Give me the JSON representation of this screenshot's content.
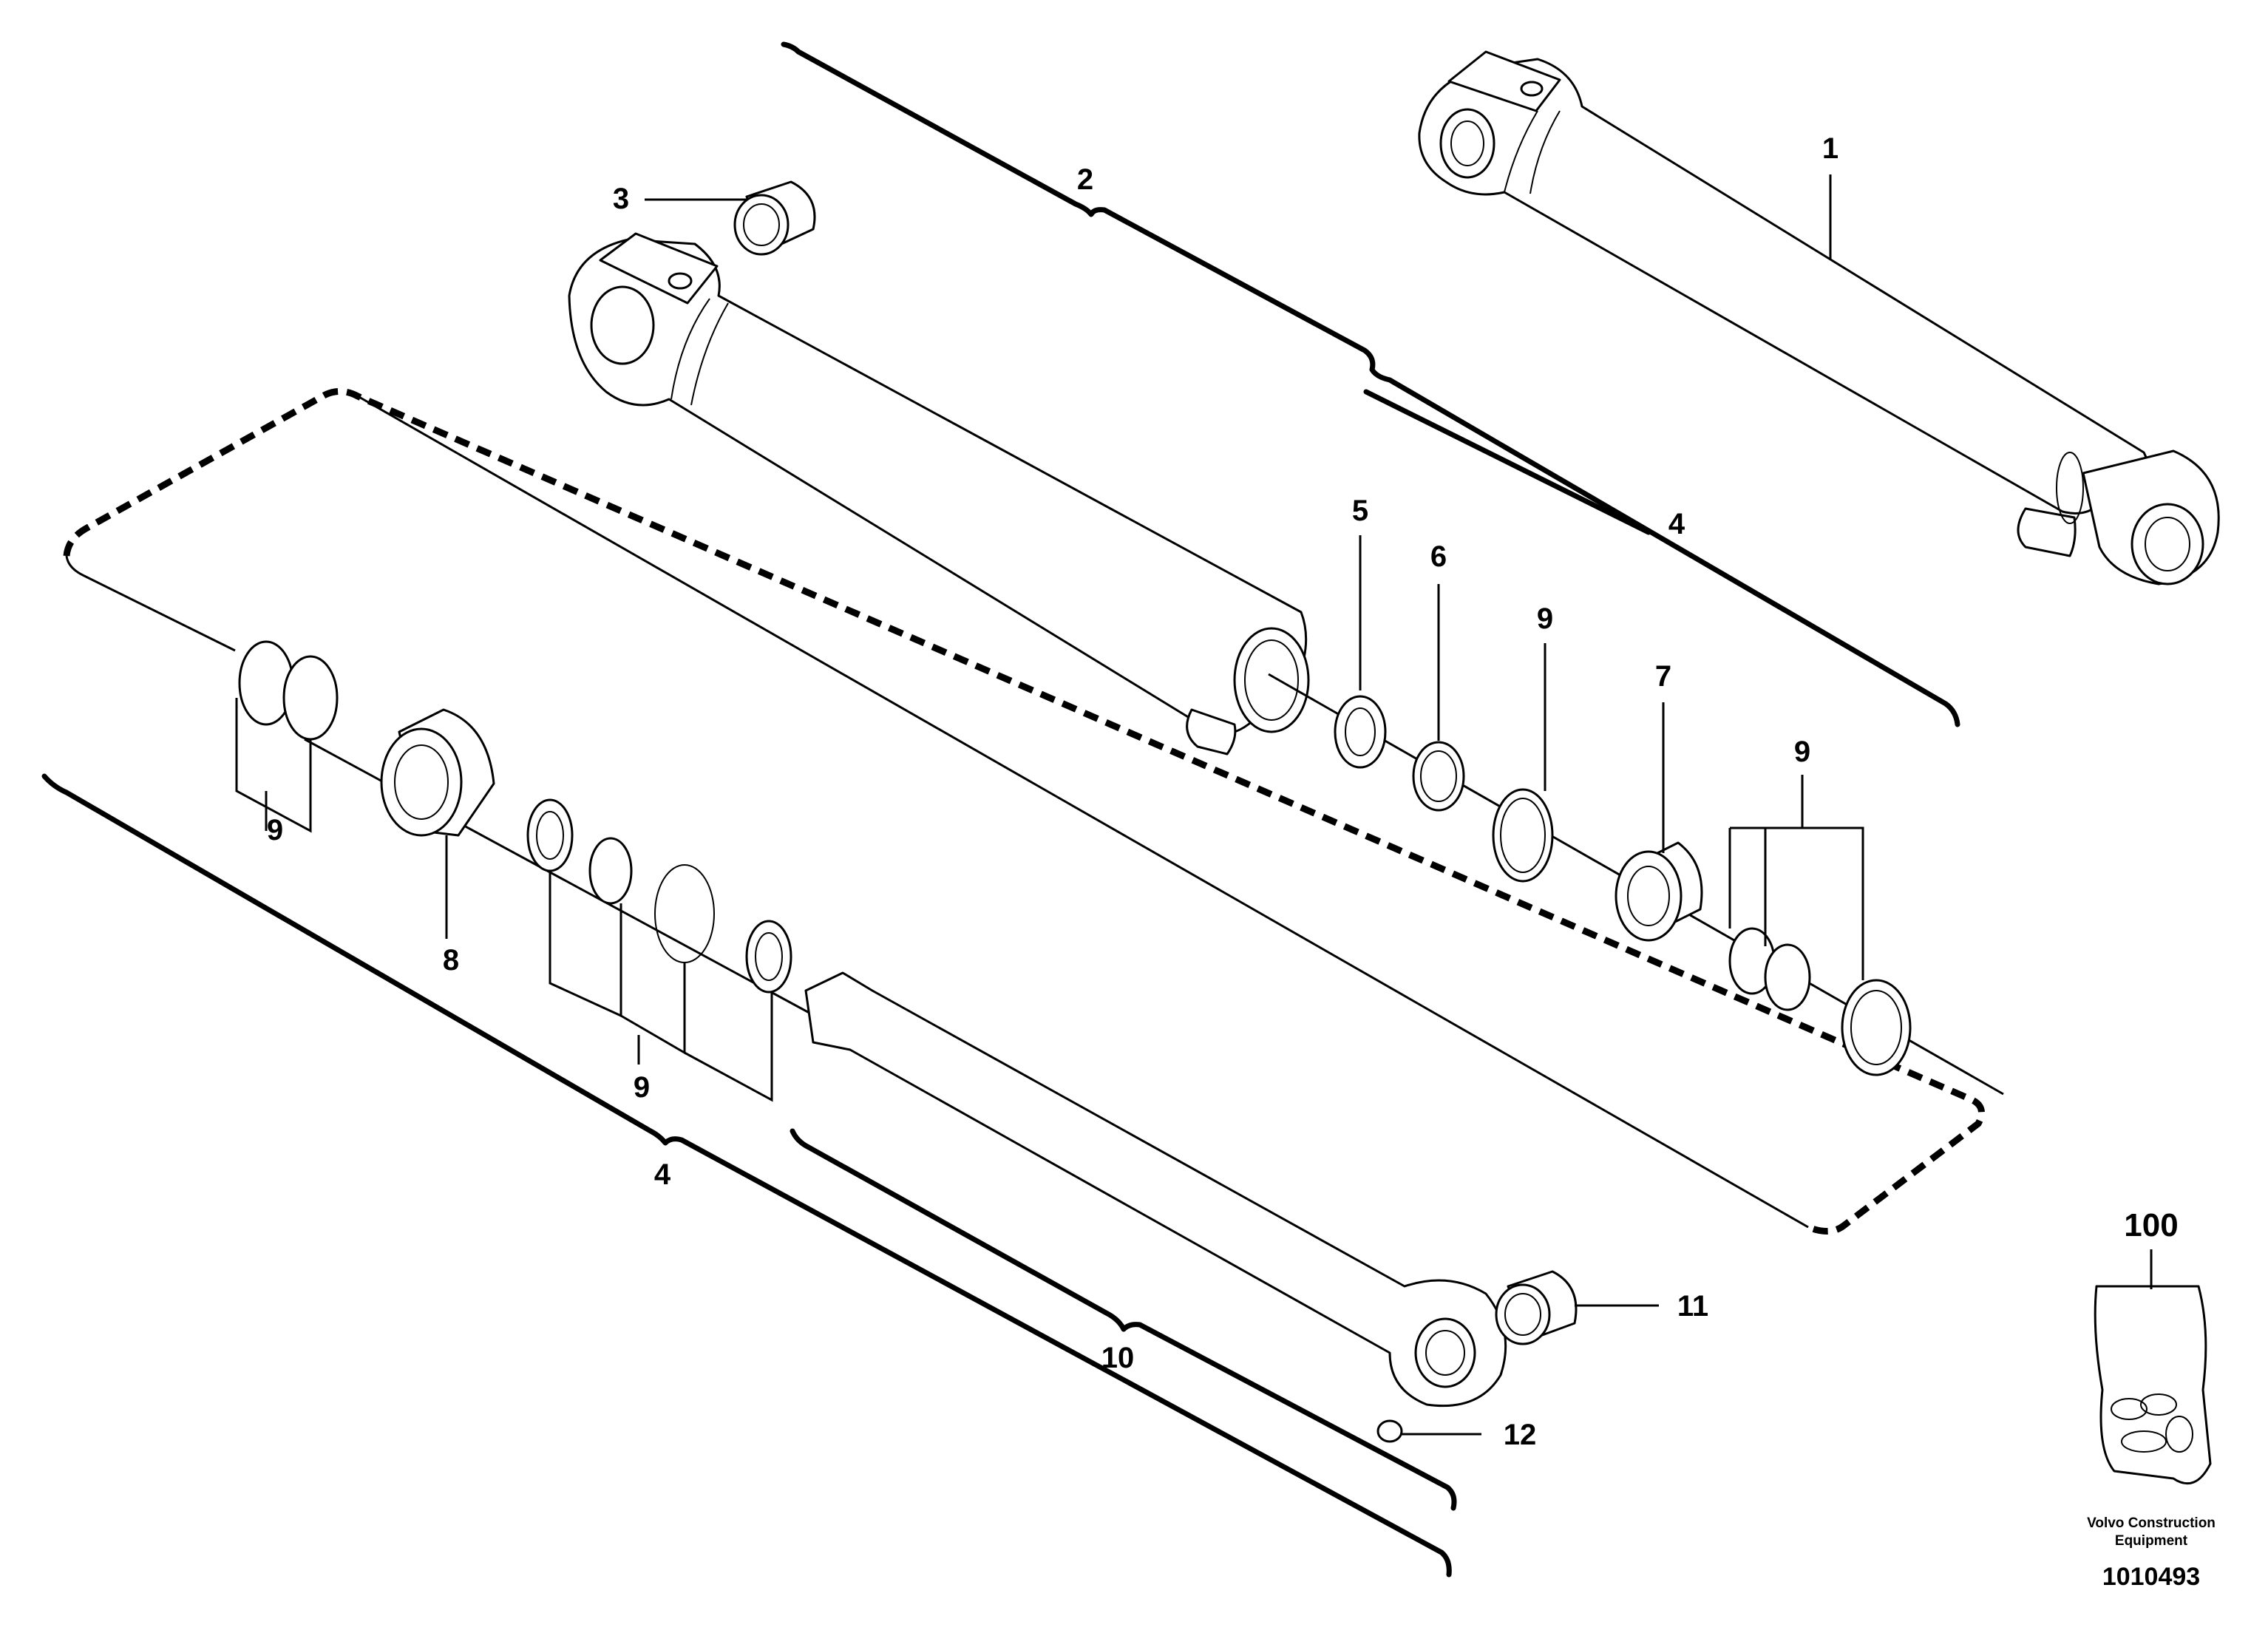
{
  "callouts": {
    "c1": "1",
    "c2": "2",
    "c3": "3",
    "c4a": "4",
    "c4b": "4",
    "c5": "5",
    "c6": "6",
    "c7": "7",
    "c8": "8",
    "c9a": "9",
    "c9b": "9",
    "c9c": "9",
    "c9d": "9",
    "c10": "10",
    "c11": "11",
    "c12": "12",
    "c100": "100"
  },
  "publisher": {
    "line1": "Volvo Construction",
    "line2": "Equipment"
  },
  "drawing_number": "1010493"
}
